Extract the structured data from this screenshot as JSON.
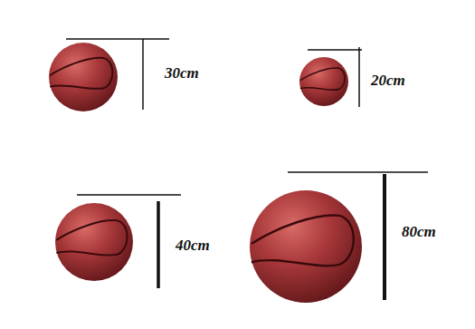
{
  "diagram": {
    "labels": [
      "30cm",
      "20cm",
      "40cm",
      "80cm"
    ]
  }
}
